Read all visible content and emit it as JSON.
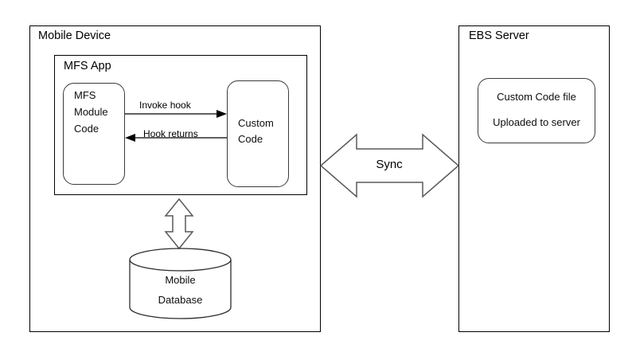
{
  "diagram": {
    "title_mobile_device": "Mobile Device",
    "title_ebs_server": "EBS Server",
    "mfs_app_label": "MFS App",
    "mfs_module_code": {
      "line1": "MFS",
      "line2": "Module",
      "line3": "Code"
    },
    "custom_code": {
      "line1": "Custom",
      "line2": "Code"
    },
    "arrow_invoke_label": "Invoke hook",
    "arrow_return_label": "Hook returns",
    "sync_label": "Sync",
    "mobile_database": {
      "line1": "Mobile",
      "line2": "Database"
    },
    "custom_code_file": {
      "line1": "Custom Code file",
      "line2": "Uploaded to server"
    },
    "colors": {
      "stroke": "#000000",
      "rounded_stroke": "#3b3b3b",
      "arrow_stroke": "#595959",
      "text": "#000000",
      "background": "#ffffff"
    }
  }
}
